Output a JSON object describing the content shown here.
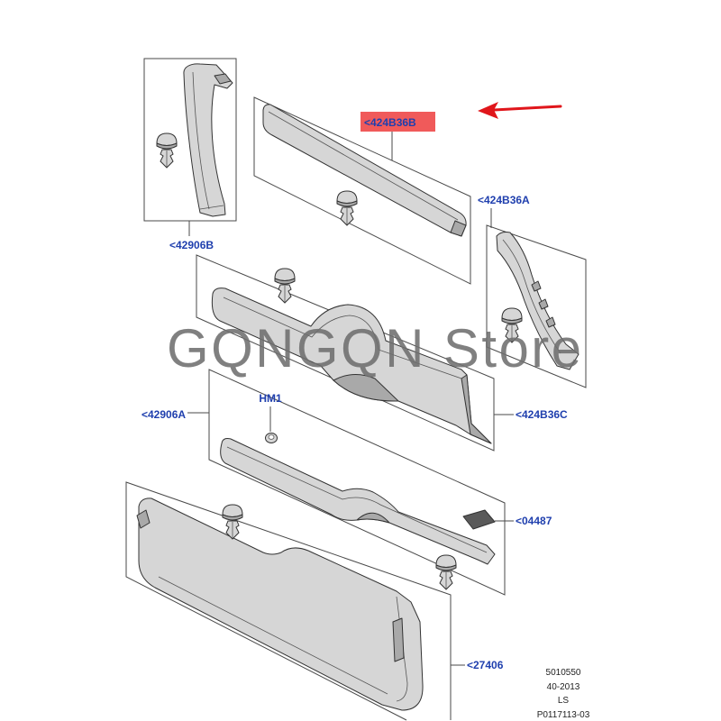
{
  "labels": {
    "b_pillar_trim": "<42906B",
    "roof_molding": "<424B36B",
    "d_pillar_trim": "<424B36A",
    "upper_sill_trim": "<424B36C",
    "lower_sill_trim": "<42906A",
    "grommet": "HM1",
    "pad": "<04487",
    "tailgate_panel": "<27406"
  },
  "watermark": "GQNGQN Store",
  "drawing_info": {
    "line1": "5010550",
    "line2": "40-2013",
    "line3": "LS",
    "line4": "P0117113-03"
  },
  "colors": {
    "label": "#1f3fae",
    "highlight": "#f05a5a",
    "arrow": "#e0161b",
    "part": "#d6d6d6",
    "part_dark": "#a9a9a9",
    "outline": "#333333",
    "watermark": "#6e6e6e"
  }
}
